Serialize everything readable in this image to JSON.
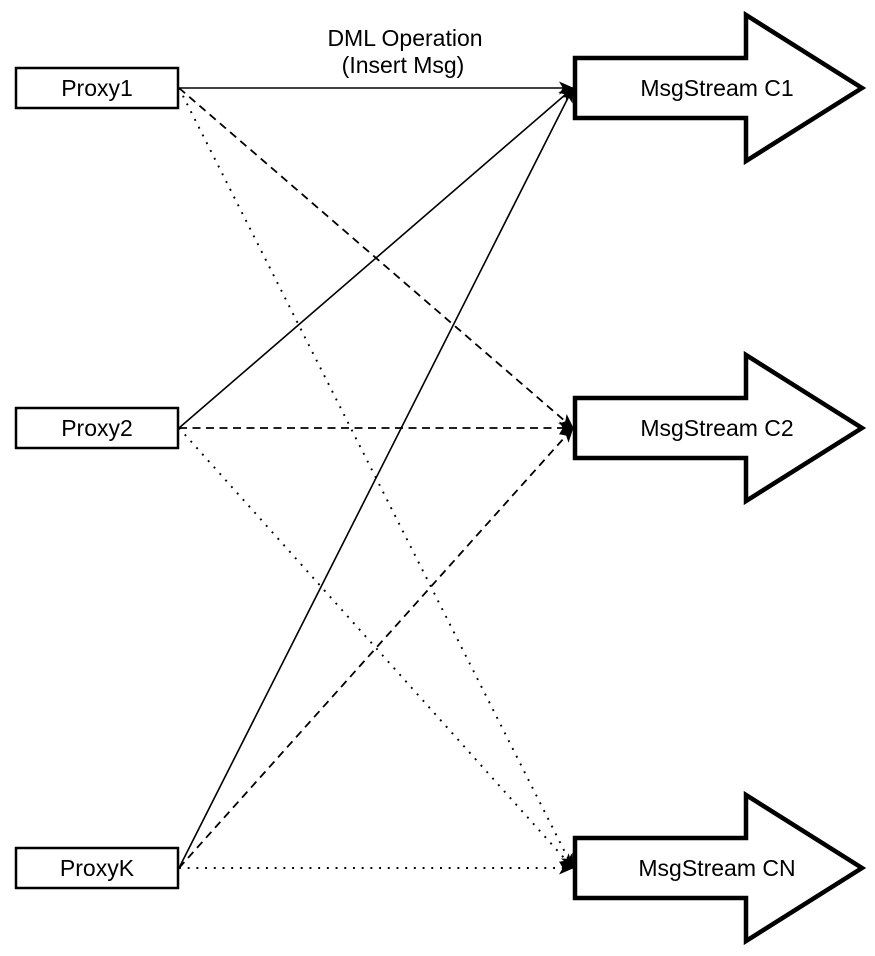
{
  "diagram": {
    "title": {
      "line1": "DML Operation",
      "line2": "(Insert Msg)"
    },
    "proxies": [
      {
        "label": "Proxy1"
      },
      {
        "label": "Proxy2"
      },
      {
        "label": "ProxyK"
      }
    ],
    "streams": [
      {
        "label": "MsgStream C1"
      },
      {
        "label": "MsgStream C2"
      },
      {
        "label": "MsgStream CN"
      }
    ],
    "edges": [
      {
        "from": "Proxy1",
        "to": "MsgStream C1",
        "style": "solid"
      },
      {
        "from": "Proxy1",
        "to": "MsgStream C2",
        "style": "dashed"
      },
      {
        "from": "Proxy1",
        "to": "MsgStream CN",
        "style": "dotted"
      },
      {
        "from": "Proxy2",
        "to": "MsgStream C1",
        "style": "solid"
      },
      {
        "from": "Proxy2",
        "to": "MsgStream C2",
        "style": "dashed"
      },
      {
        "from": "Proxy2",
        "to": "MsgStream CN",
        "style": "dotted"
      },
      {
        "from": "ProxyK",
        "to": "MsgStream C1",
        "style": "solid"
      },
      {
        "from": "ProxyK",
        "to": "MsgStream C2",
        "style": "dashed"
      },
      {
        "from": "ProxyK",
        "to": "MsgStream CN",
        "style": "dotted"
      }
    ],
    "colors": {
      "background": "#ffffff",
      "stroke": "#000000"
    }
  }
}
